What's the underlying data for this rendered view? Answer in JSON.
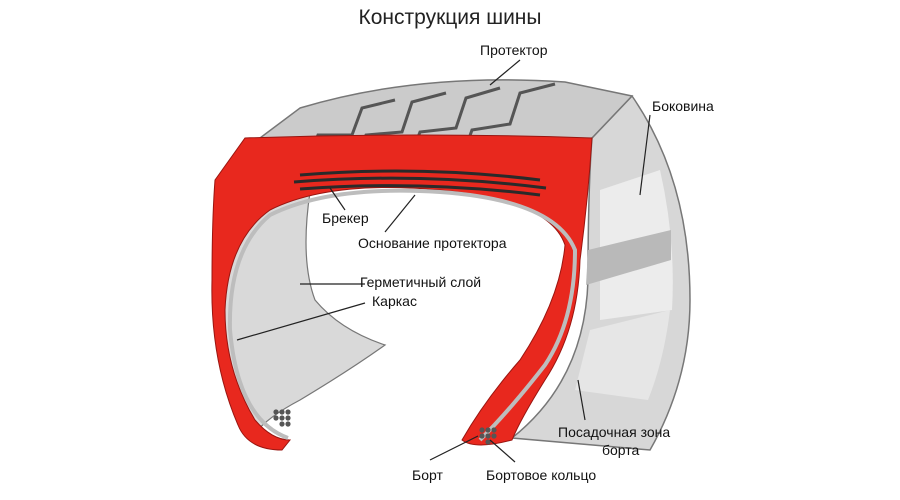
{
  "title": "Конструкция шины",
  "labels": {
    "tread": "Протектор",
    "sidewall": "Боковина",
    "breaker": "Брекер",
    "tread_base": "Основание протектора",
    "inner_liner": "Герметичный слой",
    "carcass": "Каркас",
    "bead_seat_line1": "Посадочная зона",
    "bead_seat_line2": "борта",
    "bead": "Борт",
    "bead_ring": "Бортовое кольцо"
  },
  "colors": {
    "rubber": "#e8281e",
    "grey_light": "#e3e3e3",
    "grey_mid": "#cdcdcd",
    "grey_dark": "#b4b4b4",
    "outline": "#6e6e6e",
    "leader": "#222222"
  }
}
